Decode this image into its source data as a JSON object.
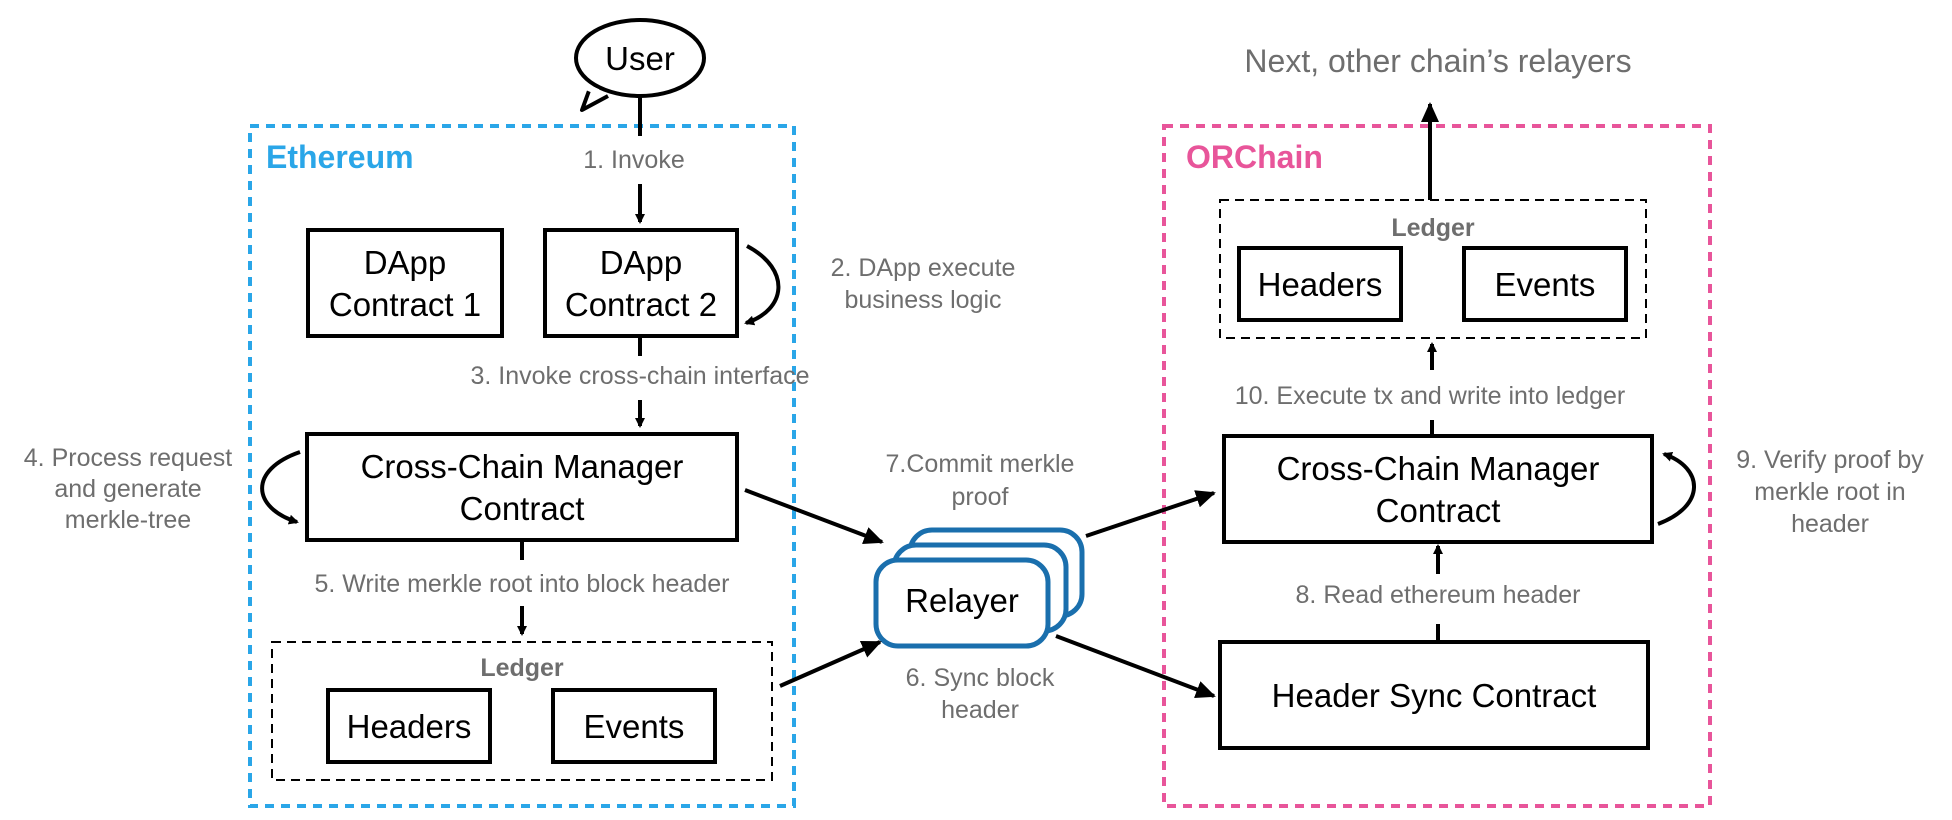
{
  "user": "User",
  "next_relayers": "Next, other chain’s relayers",
  "ethereum": {
    "title": "Ethereum",
    "color": "#2aa6e8",
    "dapp1": [
      "DApp",
      "Contract 1"
    ],
    "dapp2": [
      "DApp",
      "Contract 2"
    ],
    "ccm": [
      "Cross-Chain Manager",
      "Contract"
    ],
    "ledger": {
      "title": "Ledger",
      "headers": "Headers",
      "events": "Events"
    }
  },
  "orchain": {
    "title": "ORChain",
    "color": "#e8559a",
    "ledger": {
      "title": "Ledger",
      "headers": "Headers",
      "events": "Events"
    },
    "ccm": [
      "Cross-Chain Manager",
      "Contract"
    ],
    "header_sync": "Header Sync Contract"
  },
  "relayer": {
    "label": "Relayer",
    "color": "#1a6fad"
  },
  "steps": {
    "s1": "1. Invoke",
    "s2": [
      "2. DApp execute",
      "business logic"
    ],
    "s3": "3. Invoke cross-chain interface",
    "s4": [
      "4. Process request",
      "and generate",
      "merkle-tree"
    ],
    "s5": "5. Write merkle root into block header",
    "s6": [
      "6. Sync block",
      "header"
    ],
    "s7": [
      "7.Commit merkle",
      "proof"
    ],
    "s8": "8. Read ethereum header",
    "s9": [
      "9. Verify proof  by",
      "merkle root in",
      "header"
    ],
    "s10": "10. Execute tx and write into ledger"
  }
}
